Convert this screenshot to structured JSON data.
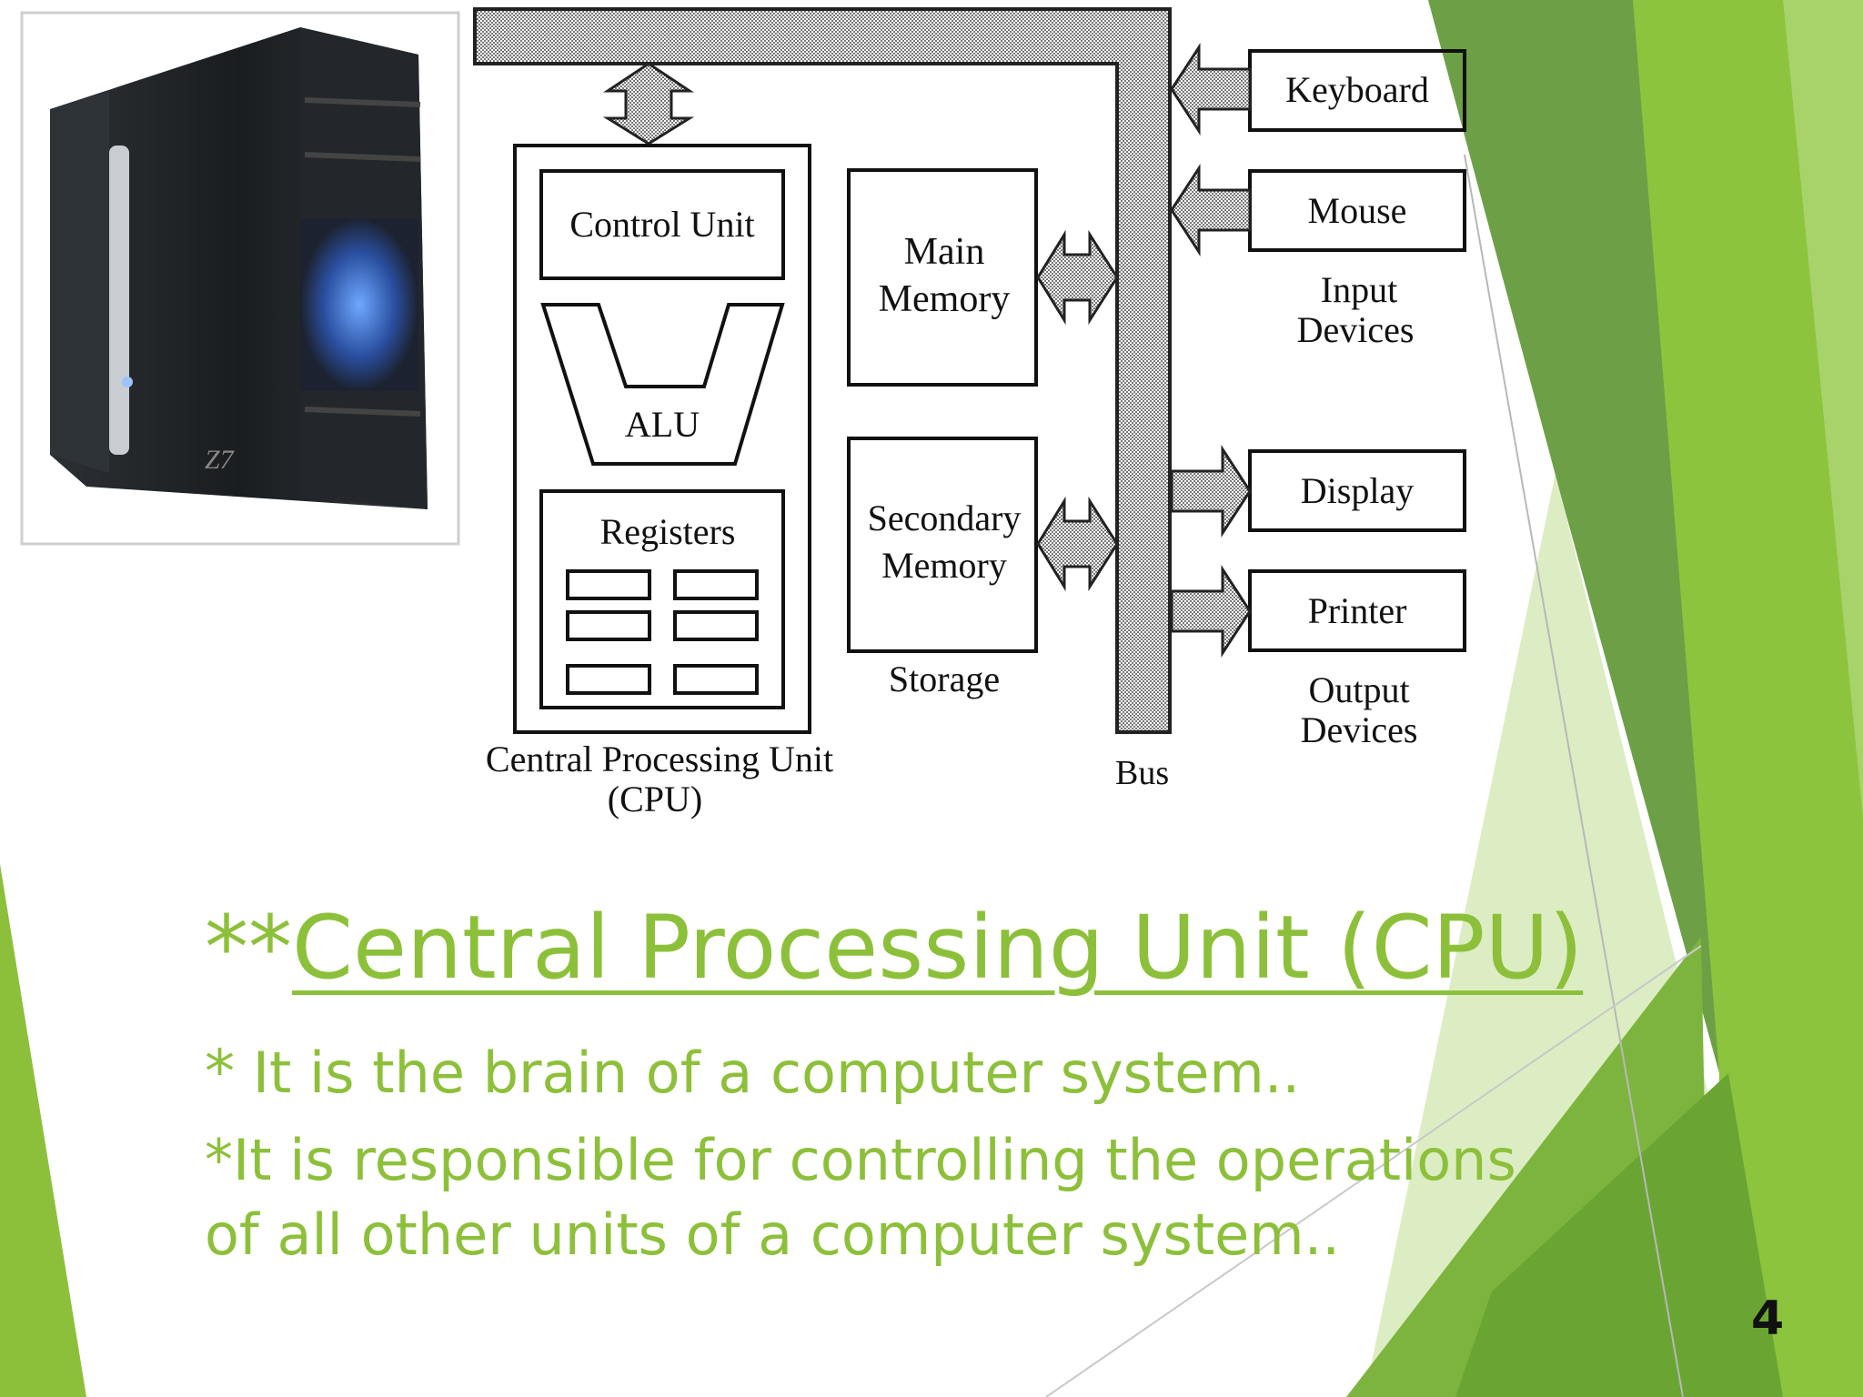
{
  "diagram": {
    "cpu_caption_line1": "Central Processing Unit",
    "cpu_caption_line2": "(CPU)",
    "control_unit": "Control Unit",
    "alu": "ALU",
    "registers": "Registers",
    "main_memory_line1": "Main",
    "main_memory_line2": "Memory",
    "secondary_memory_line1": "Secondary",
    "secondary_memory_line2": "Memory",
    "storage_label": "Storage",
    "bus_label": "Bus",
    "keyboard": "Keyboard",
    "mouse": "Mouse",
    "input_devices_line1": "Input",
    "input_devices_line2": "Devices",
    "display": "Display",
    "printer": "Printer",
    "output_devices_line1": "Output",
    "output_devices_line2": "Devices",
    "case_logo": "Z7"
  },
  "slide": {
    "title_prefix": "**",
    "title": "Central Processing Unit (CPU)",
    "bullet1_star": "*",
    "bullet1_text": " It is the brain of a computer system..",
    "bullet2": "*It is responsible for controlling the operations of all other units of a computer system..",
    "page_number": "4"
  },
  "colors": {
    "accent_green": "#8dc03a",
    "dark_green": "#6a9a3c",
    "light_green": "#a8d26a"
  }
}
